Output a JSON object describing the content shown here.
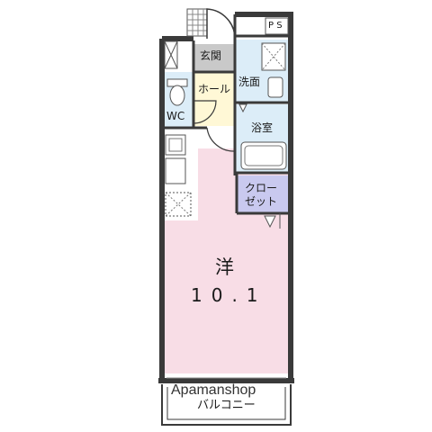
{
  "rooms": {
    "genkan": "玄関",
    "hall": "ホール",
    "wc": "WC",
    "washroom": "洗面",
    "bathroom": "浴室",
    "ps": "P S",
    "closet_line1": "クロー",
    "closet_line2": "ゼット",
    "western_room": "洋",
    "western_room_size": "10.1",
    "balcony": "バルコニー"
  },
  "watermark": "Apamanshop",
  "colors": {
    "wall": "#3a3a3a",
    "western_room_fill": "#f8dde6",
    "wet_area_fill": "#dcedf8",
    "closet_fill": "#c9c9ef",
    "entrance_fill": "#c9c9c9",
    "hall_fill": "#fff8d6",
    "kitchen_fill": "#ffffff"
  }
}
